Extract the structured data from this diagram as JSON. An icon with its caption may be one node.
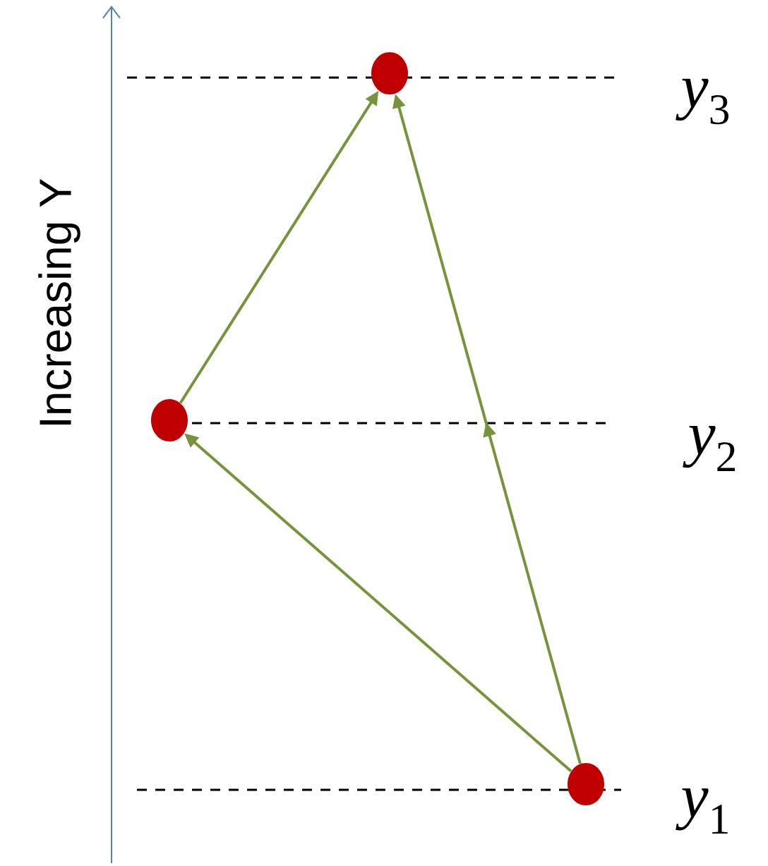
{
  "diagram": {
    "nodes": [
      {
        "text": [],
        "shape": "circle"
      },
      {
        "text": [],
        "shape": "circle"
      },
      {
        "text": [],
        "shape": "circle"
      }
    ],
    "edges": [
      {
        "from": 2,
        "to": 1,
        "arrow": "to"
      },
      {
        "from": 2,
        "to": 0,
        "arrow": "to"
      },
      {
        "from": 1,
        "to": 0,
        "arrow": "to"
      }
    ],
    "labels": [
      "*y*$_{3}$",
      "Increasing Y",
      "*y*$_{2}$",
      "*y*$_{1}$"
    ]
  }
}
